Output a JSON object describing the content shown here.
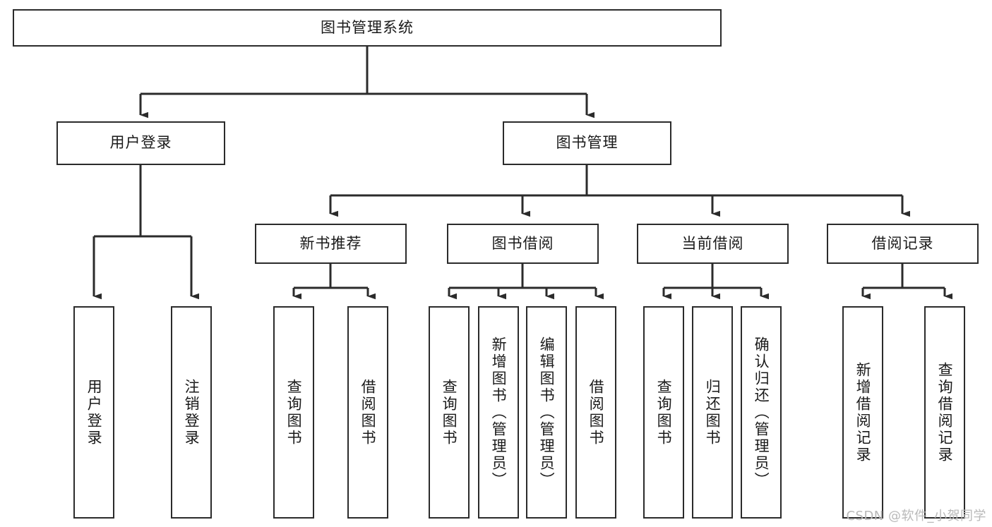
{
  "diagram": {
    "type": "tree",
    "title": "图书管理系统",
    "root": {
      "label": "图书管理系统"
    },
    "level2": [
      {
        "label": "用户登录"
      },
      {
        "label": "图书管理"
      }
    ],
    "level3": [
      {
        "label": "新书推荐"
      },
      {
        "label": "图书借阅"
      },
      {
        "label": "当前借阅"
      },
      {
        "label": "借阅记录"
      }
    ],
    "leaves": {
      "user_login": [
        {
          "label": "用户登录"
        },
        {
          "label": "注销登录"
        }
      ],
      "new_book_recommend": [
        {
          "label": "查询图书"
        },
        {
          "label": "借阅图书"
        }
      ],
      "book_borrow": [
        {
          "label": "查询图书"
        },
        {
          "label": "新增图书（管理员）"
        },
        {
          "label": "编辑图书（管理员）"
        },
        {
          "label": "借阅图书"
        }
      ],
      "current_borrow": [
        {
          "label": "查询图书"
        },
        {
          "label": "归还图书"
        },
        {
          "label": "确认归还（管理员）"
        }
      ],
      "borrow_record": [
        {
          "label": "新增借阅记录"
        },
        {
          "label": "查询借阅记录"
        }
      ]
    },
    "colors": {
      "border": "#2b2b2b",
      "fill": "#ffffff",
      "text": "#1a1a1a",
      "edge": "#2b2b2b",
      "watermark": "#b9b9b9"
    }
  },
  "watermark": {
    "text": "CSDN @软件_小贺同学"
  }
}
